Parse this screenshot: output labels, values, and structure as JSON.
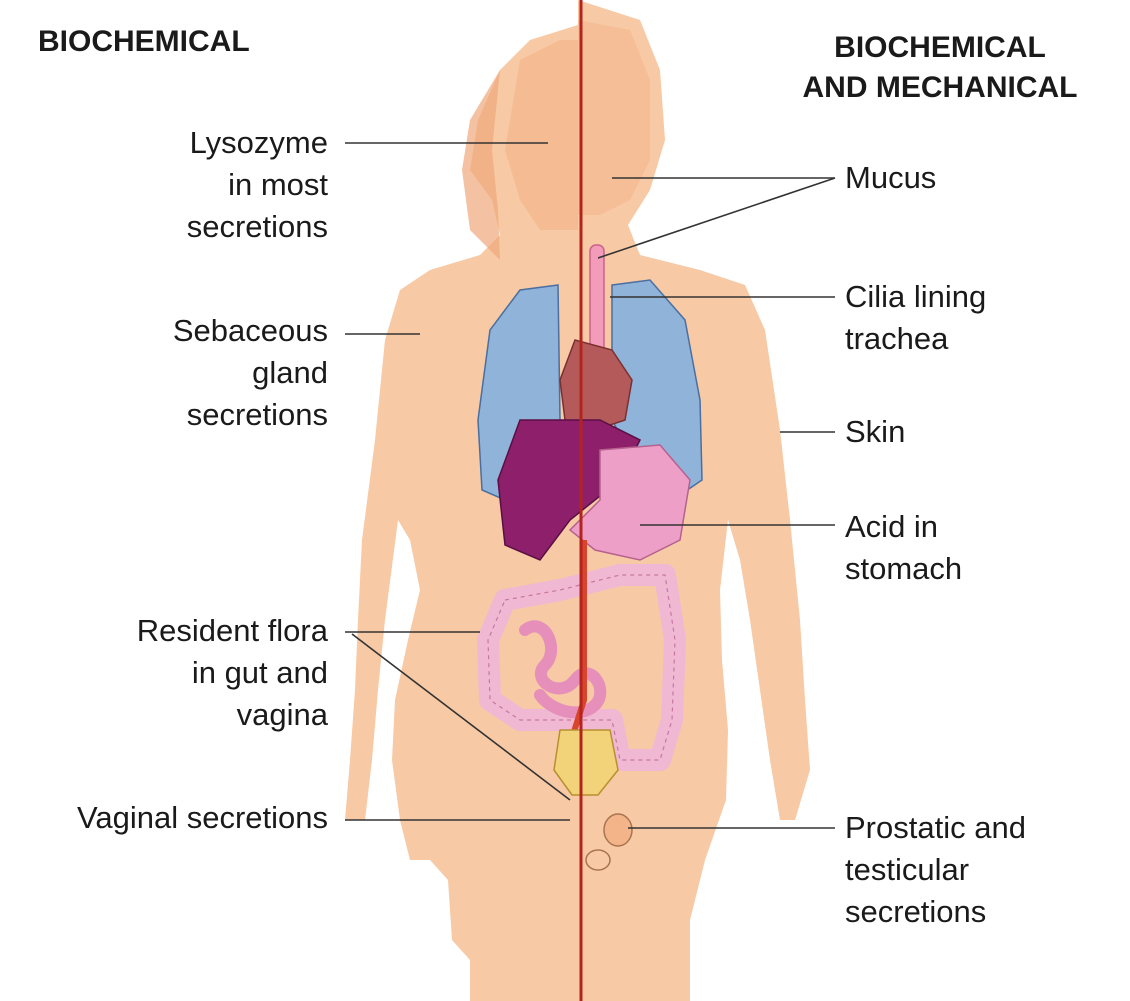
{
  "headings": {
    "left": "BIOCHEMICAL",
    "right": [
      "BIOCHEMICAL",
      "AND MECHANICAL"
    ]
  },
  "labels": {
    "lysozyme": [
      "Lysozyme",
      "in most",
      "secretions"
    ],
    "sebaceous": [
      "Sebaceous",
      "gland",
      "secretions"
    ],
    "resident_flora": [
      "Resident flora",
      "in gut and",
      "vagina"
    ],
    "vaginal": [
      "Vaginal secretions"
    ],
    "mucus": [
      "Mucus"
    ],
    "cilia": [
      "Cilia lining",
      "trachea"
    ],
    "skin": [
      "Skin"
    ],
    "acid": [
      "Acid in",
      "stomach"
    ],
    "prostatic": [
      "Prostatic and",
      "testicular",
      "secretions"
    ]
  },
  "colors": {
    "body": "#f7c9a4",
    "body_dark": "#f3b48a",
    "midline": "#b3241e",
    "lungs": "#8fb3d9",
    "liver": "#8e1f6a",
    "stomach": "#ee9fc8",
    "intestine": "#f1b8d4",
    "heart": "#b55a5a",
    "bladder": "#f2d37a",
    "leader": "#333333"
  }
}
